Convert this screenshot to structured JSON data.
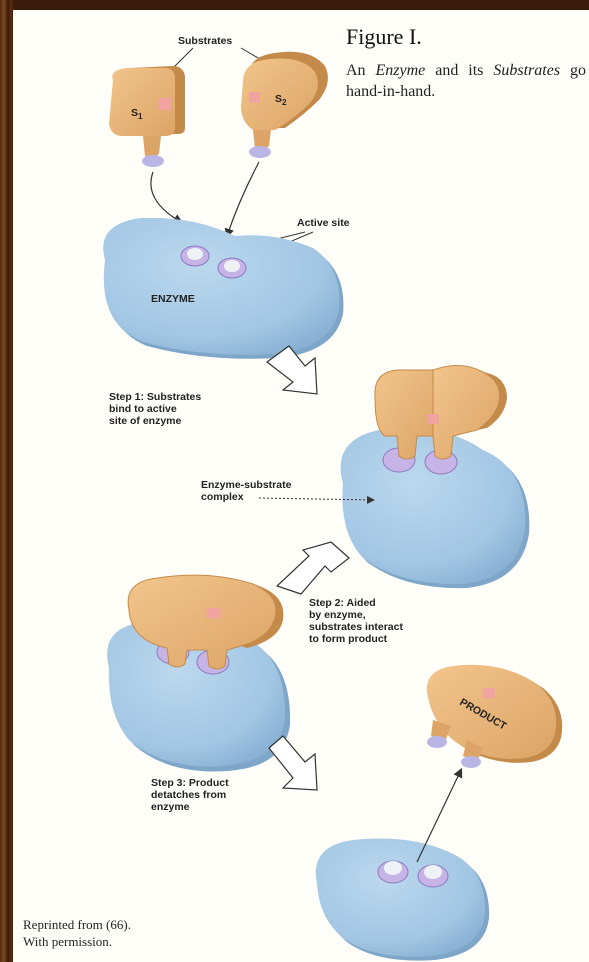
{
  "figure": {
    "title": "Figure I.",
    "caption_parts": [
      "An ",
      "Enzyme",
      " and its ",
      "Substrates",
      " go hand-in-hand."
    ]
  },
  "diagram": {
    "substrates_label": "Substrates",
    "s1_label": "S",
    "s1_sub": "1",
    "s2_label": "S",
    "s2_sub": "2",
    "active_site_label": "Active site",
    "enzyme_label": "ENZYME",
    "step1": [
      "Step 1: Substrates",
      "bind to active",
      "site of enzyme"
    ],
    "complex": [
      "Enzyme-substrate",
      "complex"
    ],
    "step2": [
      "Step 2: Aided",
      "by enzyme,",
      "substrates interact",
      "to form product"
    ],
    "step3": [
      "Step 3: Product",
      "detatches from",
      "enzyme"
    ],
    "product_label": "PRODUCT"
  },
  "credit": [
    "Reprinted from (66).",
    "With permission."
  ],
  "colors": {
    "enzyme_fill": "#a9cbe6",
    "enzyme_shadow": "#7ea6c8",
    "substrate_fill": "#e8b67a",
    "substrate_side": "#c48a4a",
    "pink_site": "#f1a3a0",
    "frame_brown": "#5a2a10"
  }
}
